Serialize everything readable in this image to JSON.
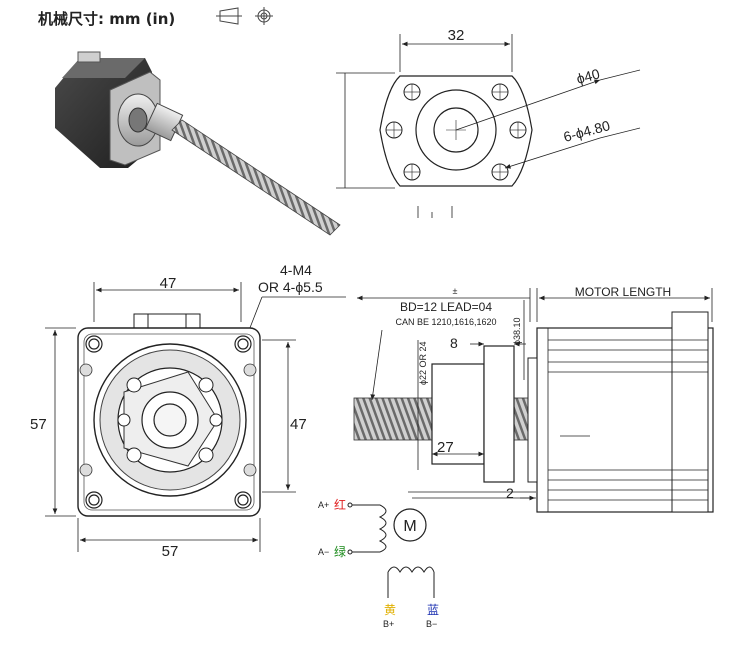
{
  "header": {
    "label": "机械尺寸: mm (in)"
  },
  "flange": {
    "width": "32",
    "bore": "ϕ40",
    "holes": "6-ϕ4.80"
  },
  "front_view": {
    "top_width": "47",
    "left_height": "57",
    "right_height": "47",
    "bottom_width": "57",
    "screw_callout_line1": "4-M4",
    "screw_callout_line2": "OR 4-ϕ5.5"
  },
  "side_view": {
    "motor_length": "MOTOR LENGTH",
    "plus_minus": "±",
    "bd_lead": "BD=12 LEAD=04",
    "can_be": "CAN BE 1210,1616,1620",
    "dia_nut": "ϕ22 OR 24",
    "dia_flange": "ϕ38.10",
    "flange_thickness": "8",
    "nut_length": "27",
    "gap": "2"
  },
  "wiring": {
    "motor_symbol": "M",
    "a_plus": "A+",
    "a_plus_color": "红",
    "a_minus": "A−",
    "a_minus_color": "绿",
    "b_plus_color": "黄",
    "b_plus": "B+",
    "b_minus_color": "蓝",
    "b_minus": "B−",
    "colors": {
      "red": "#e02020",
      "green": "#1a8a1a",
      "yellow": "#e0b000",
      "blue": "#1a2fb0"
    }
  }
}
